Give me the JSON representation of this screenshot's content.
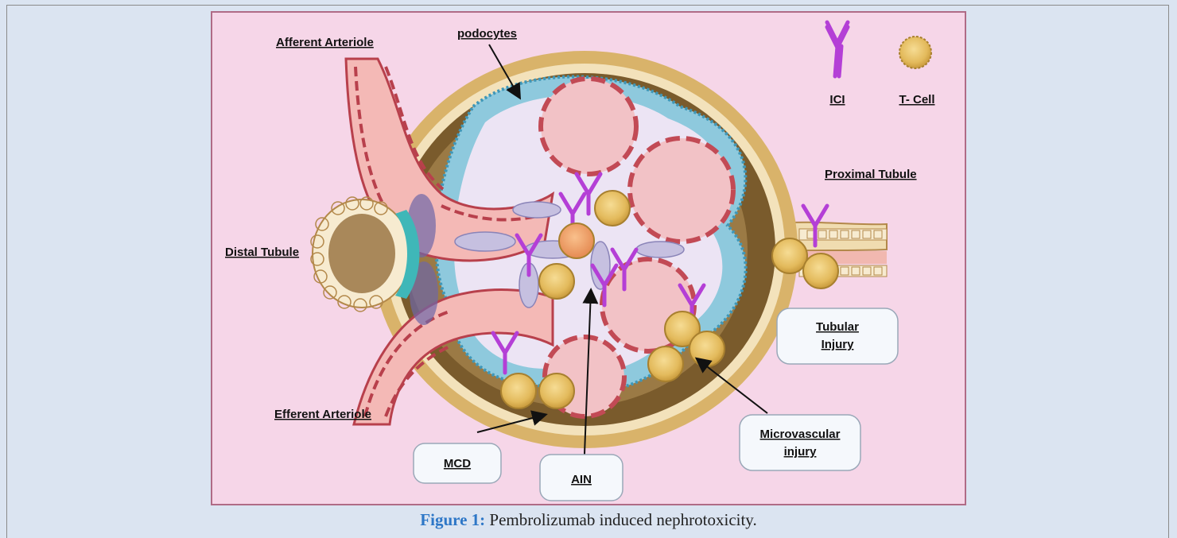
{
  "labels": {
    "afferent_arteriole": "Afferent Arteriole",
    "podocytes": "podocytes",
    "efferent_arteriole": "Efferent Arteriole",
    "distal_tubule": "Distal Tubule",
    "proximal_tubule": "Proximal Tubule"
  },
  "legend": {
    "ici": "ICI",
    "tcell": "T- Cell"
  },
  "boxes": {
    "tubular_injury_line1": "Tubular",
    "tubular_injury_line2": "Injury",
    "microvascular_line1": "Microvascular",
    "microvascular_line2": "injury",
    "mcd": "MCD",
    "ain": "AIN"
  },
  "caption": {
    "number": "Figure 1:",
    "text": "Pembrolizumab induced nephrotoxicity."
  },
  "colors": {
    "page_background": "#dbe4f1",
    "figure_background": "#f6d6e8",
    "capsule": "#d9b36a",
    "bowman_space": "#7a5b2c",
    "mesangium": "#ece4f4",
    "capillary": "#f2c2c6",
    "vessel_wall": "#c24a55",
    "podocyte_layer": "#8ec9dd",
    "antibody": "#b43fd6",
    "tcell": "#e9c46a",
    "caption_accent": "#2e77c7"
  }
}
